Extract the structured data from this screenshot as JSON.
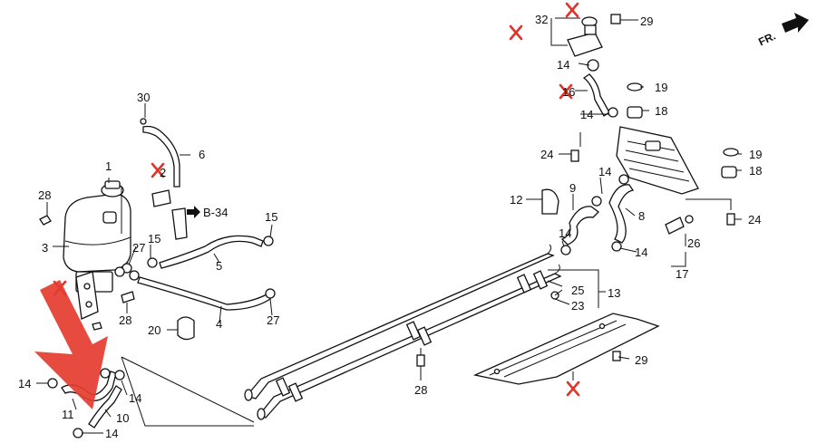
{
  "direction_label": "FR.",
  "reference_label": "B-34",
  "part_labels": [
    "1",
    "3",
    "28",
    "30",
    "6",
    "2",
    "27",
    "15",
    "5",
    "4",
    "20",
    "14",
    "11",
    "10",
    "12",
    "9",
    "8",
    "24",
    "26",
    "17",
    "25",
    "23",
    "13",
    "29",
    "32",
    "19",
    "18",
    "16"
  ],
  "accent_color": "#e53b2f",
  "ink_color": "#111111"
}
